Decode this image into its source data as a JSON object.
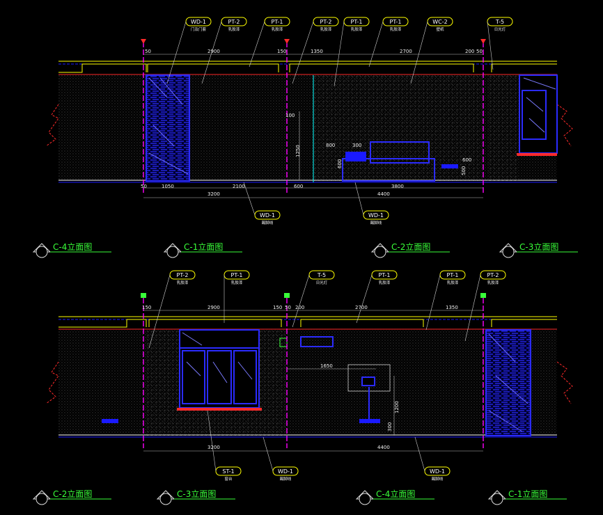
{
  "colors": {
    "background": "#000000",
    "green": "#39ff39",
    "yellow": "#ffff00",
    "red": "#ff2a2a",
    "blue": "#1a1aff",
    "magenta": "#ff00ff",
    "white": "#ffffff",
    "cyan": "#00ffff"
  },
  "elevation_top": {
    "tags": [
      {
        "code": "WD-1",
        "note": "门及门套"
      },
      {
        "code": "PT-2",
        "note": "乳胶漆"
      },
      {
        "code": "PT-1",
        "note": "乳胶漆"
      },
      {
        "code": "PT-2",
        "note": "乳胶漆"
      },
      {
        "code": "PT-1",
        "note": "乳胶漆"
      },
      {
        "code": "PT-1",
        "note": "乳胶漆"
      },
      {
        "code": "WC-2",
        "note": "壁纸"
      },
      {
        "code": "T-5",
        "note": "日光灯"
      }
    ],
    "top_dims": [
      "50",
      "2900",
      "150",
      "1350",
      "2700",
      "200",
      "50"
    ],
    "bottom_dims": [
      "50",
      "1050",
      "2100",
      "600",
      "3800"
    ],
    "totals": [
      "3200",
      "4400"
    ],
    "inner_dims": [
      "100",
      "1250",
      "800",
      "300",
      "600",
      "500",
      "600"
    ],
    "bottom_tags": [
      {
        "code": "WD-1",
        "note": "踢脚线"
      },
      {
        "code": "WD-1",
        "note": "踢脚线"
      }
    ]
  },
  "titles_row1": [
    "C-4立面图",
    "C-1立面图",
    "C-2立面图",
    "C-3立面图"
  ],
  "elevation_bottom": {
    "tags": [
      {
        "code": "PT-2",
        "note": "乳胶漆"
      },
      {
        "code": "PT-1",
        "note": "乳胶漆"
      },
      {
        "code": "T-5",
        "note": "日光灯"
      },
      {
        "code": "PT-1",
        "note": "乳胶漆"
      },
      {
        "code": "PT-1",
        "note": "乳胶漆"
      },
      {
        "code": "PT-2",
        "note": "乳胶漆"
      }
    ],
    "top_dims": [
      "150",
      "2900",
      "150",
      "50",
      "200",
      "2700",
      "1350"
    ],
    "totals": [
      "3200",
      "4400"
    ],
    "inner_dims": [
      "1650",
      "1200",
      "300"
    ],
    "bottom_tags": [
      {
        "code": "ST-1",
        "note": "窗台"
      },
      {
        "code": "WD-1",
        "note": "踢脚线"
      },
      {
        "code": "WD-1",
        "note": "踢脚线"
      }
    ]
  },
  "titles_row2": [
    "C-2立面图",
    "C-3立面图",
    "C-4立面图",
    "C-1立面图"
  ]
}
